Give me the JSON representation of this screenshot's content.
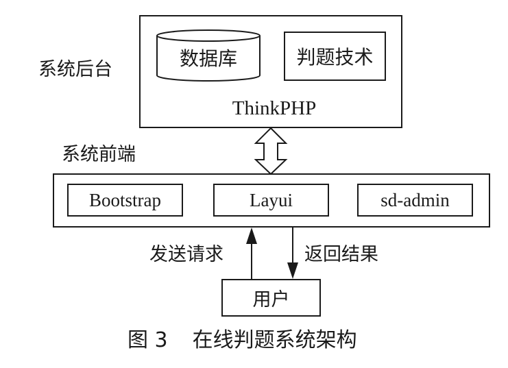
{
  "backend": {
    "label": "系统后台",
    "database_label": "数据库",
    "judge_label": "判题技术",
    "framework_label": "ThinkPHP"
  },
  "frontend": {
    "label": "系统前端",
    "modules": [
      "Bootstrap",
      "Layui",
      "sd-admin"
    ]
  },
  "flow": {
    "request_label": "发送请求",
    "response_label": "返回结果"
  },
  "user": {
    "label": "用户"
  },
  "caption": {
    "number": "图 3",
    "title": "在线判题系统架构"
  },
  "colors": {
    "stroke": "#1a1a1a",
    "background": "#ffffff"
  }
}
